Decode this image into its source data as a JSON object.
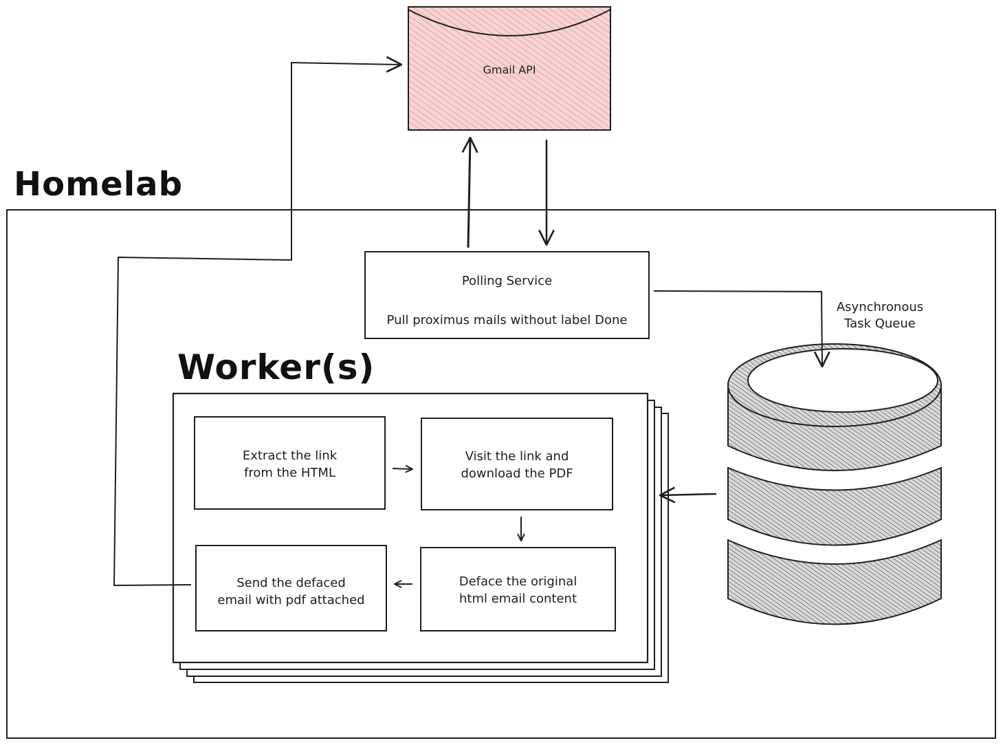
{
  "diagram": {
    "homelab_label": "Homelab",
    "workers_label": "Worker(s)",
    "gmail": {
      "label": "Gmail API",
      "fill": "#f2b8b8",
      "hatch": "#e57373"
    },
    "polling": {
      "title": "Polling Service",
      "subtitle": "Pull proximus mails without label Done"
    },
    "queue": {
      "label": "Asynchronous\nTask Queue",
      "hatch": "#333333"
    },
    "steps": [
      {
        "label": "Extract the link\nfrom the HTML"
      },
      {
        "label": "Visit the link and\ndownload the PDF"
      },
      {
        "label": "Deface the original\nhtml email content"
      },
      {
        "label": "Send the defaced\nemail with pdf attached"
      }
    ]
  }
}
